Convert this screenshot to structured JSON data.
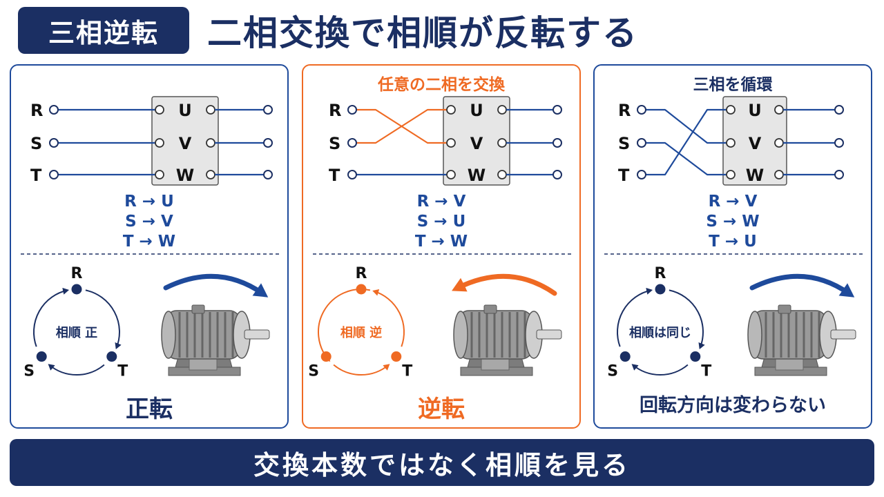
{
  "header": {
    "tag": "三相逆転",
    "title": "二相交換で相順が反転する"
  },
  "colors": {
    "navy": "#1b2f63",
    "blue": "#1e4a9b",
    "orange": "#ef6a23"
  },
  "phase_labels": [
    "R",
    "S",
    "T"
  ],
  "terminal_labels": [
    "U",
    "V",
    "W"
  ],
  "panels": [
    {
      "title": "",
      "mapping": [
        "R → U",
        "S → V",
        "T → W"
      ],
      "sequence_label": "相順 正",
      "result_label": "正転",
      "rotation": "clockwise",
      "color": "#1e4a9b",
      "wiring": [
        0,
        1,
        2
      ]
    },
    {
      "title": "任意の二相を交換",
      "mapping": [
        "R → V",
        "S → U",
        "T → W"
      ],
      "sequence_label": "相順 逆",
      "result_label": "逆転",
      "rotation": "counterclockwise",
      "color": "#ef6a23",
      "wiring": [
        1,
        0,
        2
      ]
    },
    {
      "title": "三相を循環",
      "mapping": [
        "R → V",
        "S → W",
        "T → U"
      ],
      "sequence_label": "相順は同じ",
      "result_label": "回転方向は変わらない",
      "rotation": "clockwise",
      "color": "#1e4a9b",
      "wiring": [
        1,
        2,
        0
      ]
    }
  ],
  "footer": {
    "text": "交換本数ではなく相順を見る"
  }
}
